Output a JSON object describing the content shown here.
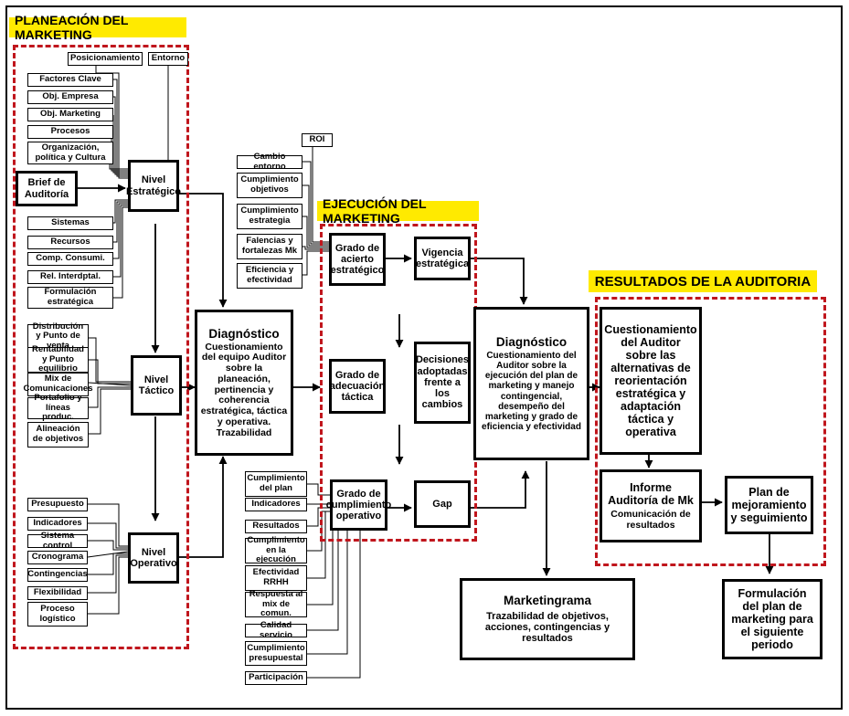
{
  "headers": {
    "planeacion": "PLANEACIÓN DEL MARKETING",
    "ejecucion": "EJECUCIÓN DEL MARKETING",
    "resultados": "RESULTADOS DE LA AUDITORIA"
  },
  "planeacion": {
    "posicionamiento": "Posicionamiento",
    "entorno": "Entorno",
    "brief": "Brief de Auditoría",
    "strategic_inputs": [
      "Factores Clave",
      "Obj. Empresa",
      "Obj. Marketing",
      "Procesos",
      "Organización, política y Cultura",
      "Sistemas",
      "Recursos",
      "Comp. Consumi.",
      "Rel. Interdptal.",
      "Formulación estratégica"
    ],
    "tactical_inputs": [
      "Distribución y Punto de venta",
      "Rentabilidad y Punto equilibrio",
      "Mix de Comunicaciones",
      "Portafolio y líneas produc.",
      "Alineación de objetivos"
    ],
    "operative_inputs": [
      "Presupuesto",
      "Indicadores",
      "Sistema control",
      "Cronograma",
      "Contingencias",
      "Flexibilidad",
      "Proceso logístico"
    ],
    "nivel_estrategico": "Nivel Estratégico",
    "nivel_tactico": "Nivel Táctico",
    "nivel_operativo": "Nivel Operativo"
  },
  "diagnostico1": {
    "title": "Diagnóstico",
    "body": "Cuestionamiento del equipo Auditor sobre la planeación, pertinencia y coherencia estratégica, táctica y operativa. Trazabilidad"
  },
  "ejecucion": {
    "roi": "ROI",
    "strategic_inputs": [
      "Cambio entorno",
      "Cumplimiento objetivos",
      "Cumplimiento estrategia",
      "Falencias y fortalezas Mk",
      "Eficiencia y efectividad"
    ],
    "operative_inputs": [
      "Cumplimiento del plan",
      "Indicadores",
      "Resultados",
      "Cumplimiento en la ejecución",
      "Efectividad RRHH",
      "Respuesta al mix de comun.",
      "Calidad servicio",
      "Cumplimiento presupuestal",
      "Participación"
    ],
    "grado_acierto": "Grado de acierto estratégico",
    "grado_adecuacion": "Grado de adecuación táctica",
    "grado_cumplimiento": "Grado de cumplimiento operativo",
    "vigencia": "Vigencia estratégica",
    "decisiones": "Decisiones adoptadas frente a los cambios",
    "gap": "Gap"
  },
  "diagnostico2": {
    "title": "Diagnóstico",
    "body": "Cuestionamiento del Auditor sobre la ejecución del plan de marketing y manejo contingencial, desempeño del marketing y grado de eficiencia y efectividad"
  },
  "marketingrama": {
    "title": "Marketingrama",
    "body": "Trazabilidad de objetivos, acciones, contingencias y resultados"
  },
  "resultados": {
    "cuestionamiento": "Cuestionamiento del Auditor sobre las alternativas de reorientación estratégica y adaptación táctica y operativa",
    "informe_title": "Informe Auditoría de Mk",
    "informe_body": "Comunicación de resultados",
    "plan_mejoramiento": "Plan de mejoramiento y seguimiento",
    "formulacion": "Formulación del plan de marketing para el siguiente periodo"
  },
  "colors": {
    "header_bg": "#ffea00",
    "dashed_border": "#c0161d"
  }
}
